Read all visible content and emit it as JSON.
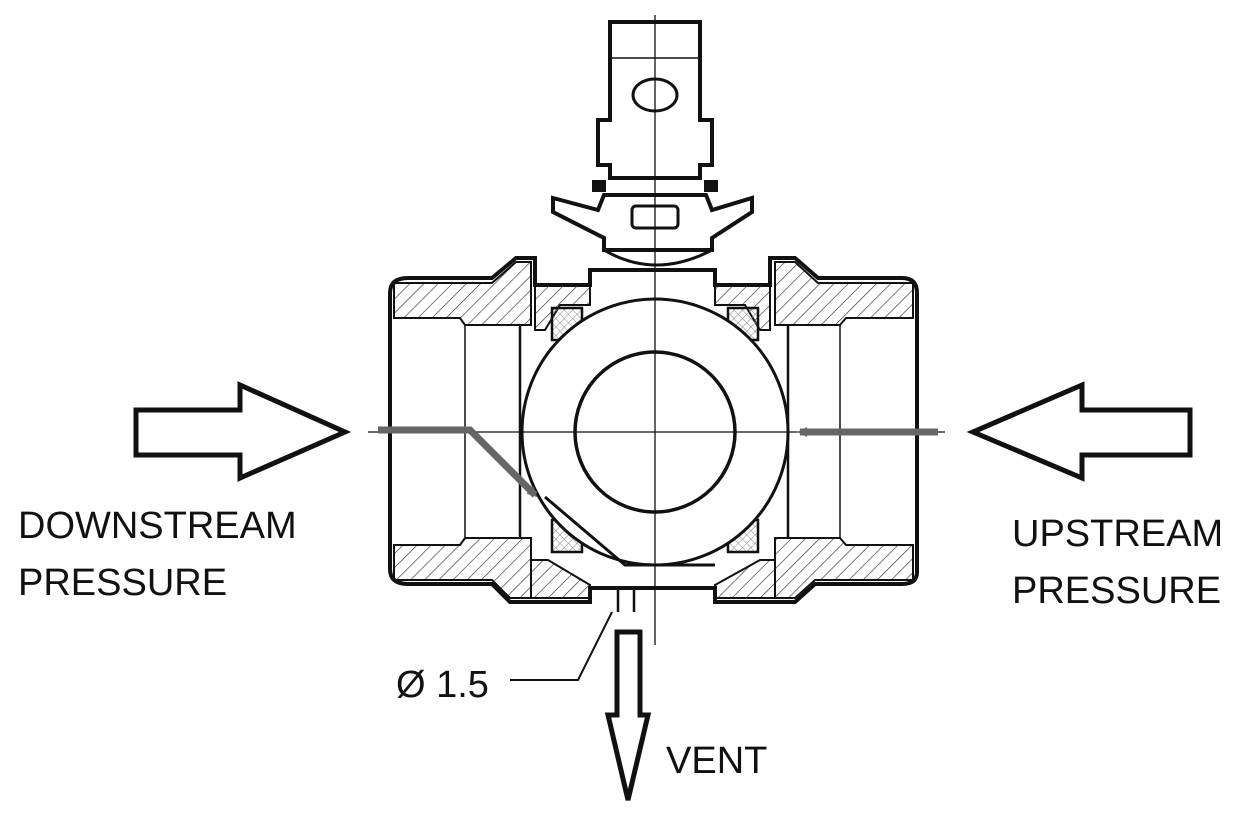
{
  "labels": {
    "downstream": [
      "DOWNSTREAM",
      "PRESSURE"
    ],
    "upstream": [
      "UPSTREAM",
      "PRESSURE"
    ],
    "vent": "VENT",
    "vent_hole_diameter": "Ø 1.5"
  },
  "colors": {
    "line": "#111111",
    "flow_arrow": "#666666",
    "background": "#ffffff",
    "hatch": "#333333",
    "seat": "#999999"
  }
}
